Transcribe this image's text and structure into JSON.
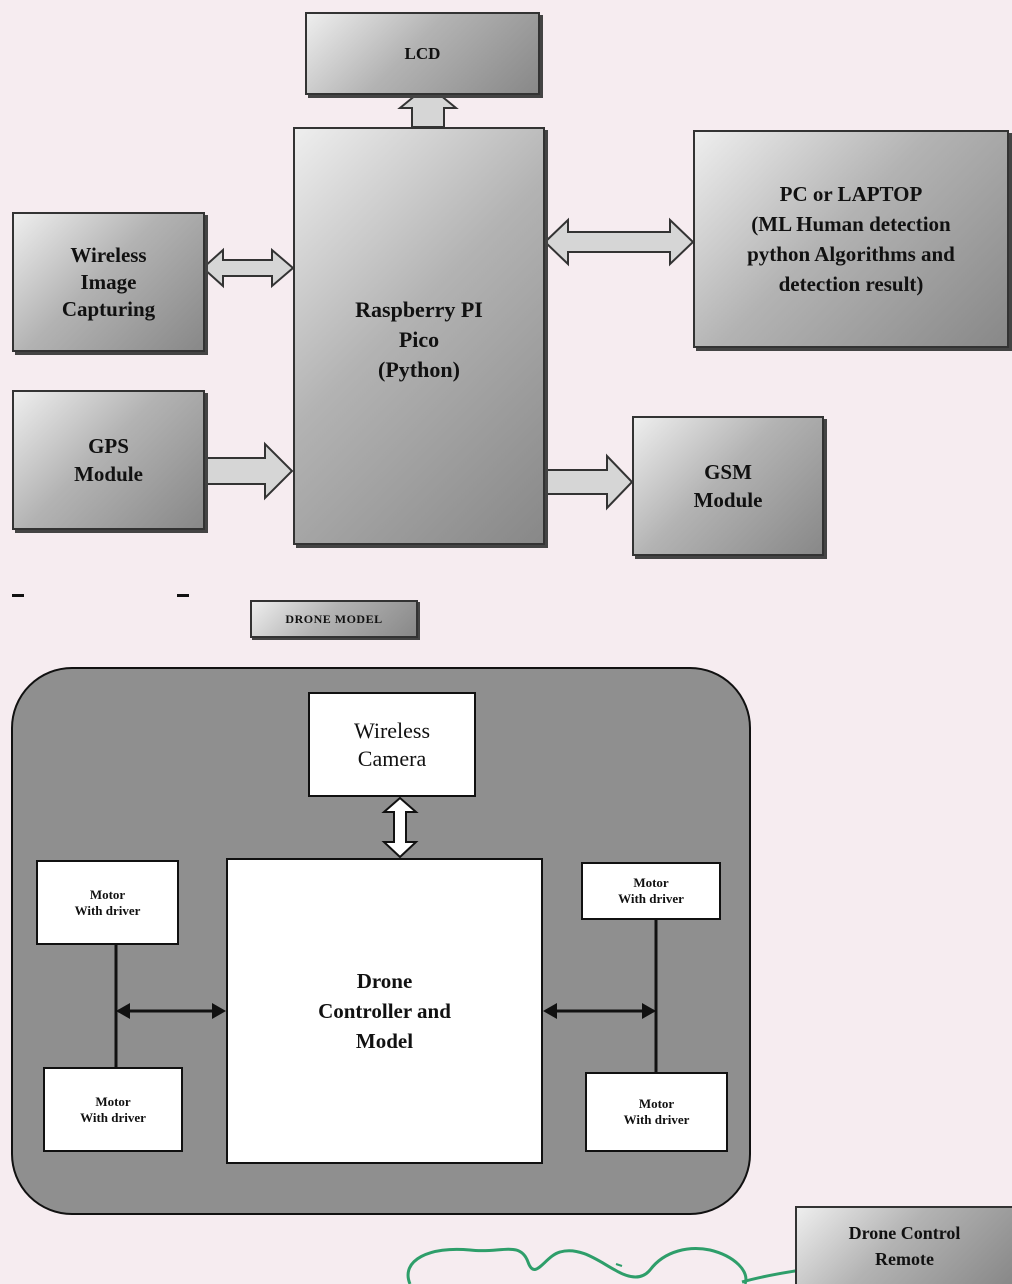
{
  "blocks": {
    "lcd": "LCD",
    "pc": [
      "PC or LAPTOP",
      "(ML Human detection",
      "python Algorithms and",
      "detection result)"
    ],
    "wireless_image": [
      "Wireless",
      "Image",
      "Capturing"
    ],
    "pico": [
      "Raspberry PI",
      "Pico",
      "(Python)"
    ],
    "gps": [
      "GPS",
      "Module"
    ],
    "gsm": [
      "GSM",
      "Module"
    ],
    "drone_model_label": "DRONE MODEL",
    "remote": [
      "Drone Control",
      "Remote"
    ]
  },
  "drone": {
    "camera": [
      "Wireless",
      "Camera"
    ],
    "controller": [
      "Drone",
      "Controller and",
      "Model"
    ],
    "motor_tl": [
      "Motor",
      "With driver"
    ],
    "motor_bl": [
      "Motor",
      "With driver"
    ],
    "motor_tr": [
      "Motor",
      "With driver"
    ],
    "motor_br": [
      "Motor",
      "With driver"
    ]
  },
  "colors": {
    "background": "#f6ecf0",
    "block_light": "#eeeeee",
    "block_dark": "#888888",
    "drone_panel": "#8f8f8f",
    "signature": "#2e9e6a"
  }
}
